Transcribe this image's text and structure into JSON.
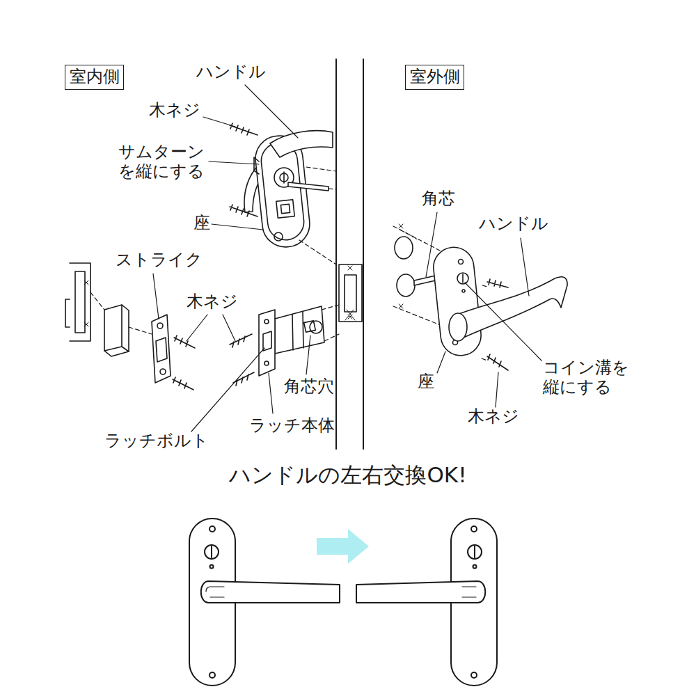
{
  "diagram": {
    "title": "ハンドルの左右交換OK!",
    "nodes": [
      {
        "text": [
          "室内側"
        ]
      },
      {
        "text": [
          "室外側"
        ]
      }
    ],
    "labels": [
      "ハンドル",
      "木ネジ",
      "サムターン を縦にする",
      "座",
      "ストライク",
      "木ネジ",
      "角芯穴",
      "ラッチ本体",
      "ラッチボルト",
      "角芯",
      "ハンドル",
      "コイン溝を 縦にする",
      "座",
      "木ネジ"
    ]
  }
}
